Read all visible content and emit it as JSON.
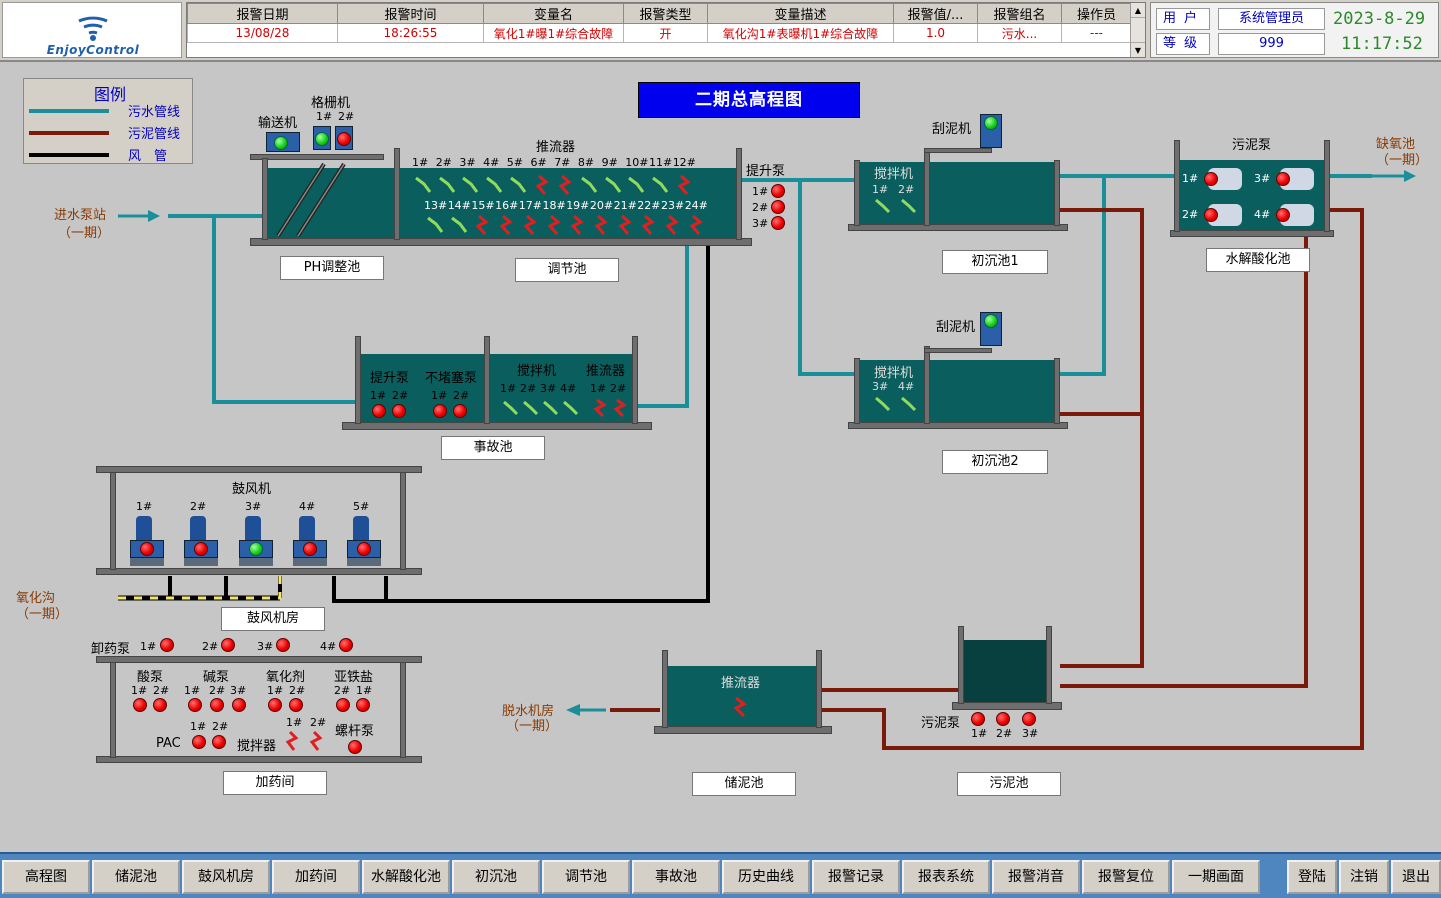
{
  "header": {
    "logo_text": "EnjoyControl",
    "alarm_columns": [
      "报警日期",
      "报警时间",
      "变量名",
      "报警类型",
      "变量描述",
      "报警值/...",
      "报警组名",
      "操作员"
    ],
    "alarm_rows": [
      [
        "13/08/28",
        "18:26:55",
        "氧化1#曝1#综合故障",
        "开",
        "氧化沟1#表曝机1#综合故障",
        "1.0",
        "污水...",
        "---"
      ]
    ],
    "user_label": "用户",
    "user_value": "系统管理员",
    "level_label": "等级",
    "level_value": "999",
    "date": "2023-8-29",
    "time": "11:17:52"
  },
  "title": "二期总高程图",
  "legend": {
    "title": "图例",
    "items": [
      {
        "label": "污水管线",
        "color": "#1a8f9a"
      },
      {
        "label": "污泥管线",
        "color": "#7a1a0a"
      },
      {
        "label": "风　管",
        "color": "#000000"
      }
    ]
  },
  "labels": {
    "inlet": "进水泵站",
    "inlet_sub": "（一期）",
    "anoxic": "缺氧池",
    "anoxic_sub": "（一期）",
    "oxidation_ditch": "氧化沟",
    "oxidation_ditch_sub": "（一期）",
    "dewater": "脱水机房",
    "dewater_sub": "（一期）",
    "conveyor": "输送机",
    "grille": "格栅机",
    "pusher": "推流器",
    "lift_pump": "提升泵",
    "scraper": "刮泥机",
    "mixer": "搅拌机",
    "sludge_pump": "污泥泵",
    "blower": "鼓风机",
    "unload_pump": "卸药泵",
    "acid_pump": "酸泵",
    "alkali_pump": "碱泵",
    "oxidant": "氧化剂",
    "ferrous": "亚铁盐",
    "pac": "PAC",
    "stirrer": "搅拌器",
    "screw_pump": "螺杆泵",
    "no_block_pump": "不堵塞泵"
  },
  "units": {
    "ph_tank": "PH调整池",
    "regulating_tank": "调节池",
    "accident_tank": "事故池",
    "primary_1": "初沉池1",
    "primary_2": "初沉池2",
    "hydrolysis": "水解酸化池",
    "blower_room": "鼓风机房",
    "dosing_room": "加药间",
    "storage_tank": "储泥池",
    "sludge_tank": "污泥池"
  },
  "nums": {
    "n1": "1#",
    "n2": "2#",
    "n3": "3#",
    "n4": "4#",
    "n5": "5#"
  },
  "pushers_top": [
    "1#",
    "2#",
    "3#",
    "4#",
    "5#",
    "6#",
    "7#",
    "8#",
    "9#",
    "10#",
    "11#",
    "12#"
  ],
  "pushers_bottom": [
    "13#",
    "14#",
    "15#",
    "16#",
    "17#",
    "18#",
    "19#",
    "20#",
    "21#",
    "22#",
    "23#",
    "24#"
  ],
  "nav": [
    "高程图",
    "储泥池",
    "鼓风机房",
    "加药间",
    "水解酸化池",
    "初沉池",
    "调节池",
    "事故池",
    "历史曲线",
    "报警记录",
    "报表系统",
    "报警消音",
    "报警复位",
    "一期画面"
  ],
  "nav_right": [
    "登陆",
    "注销",
    "退出"
  ]
}
